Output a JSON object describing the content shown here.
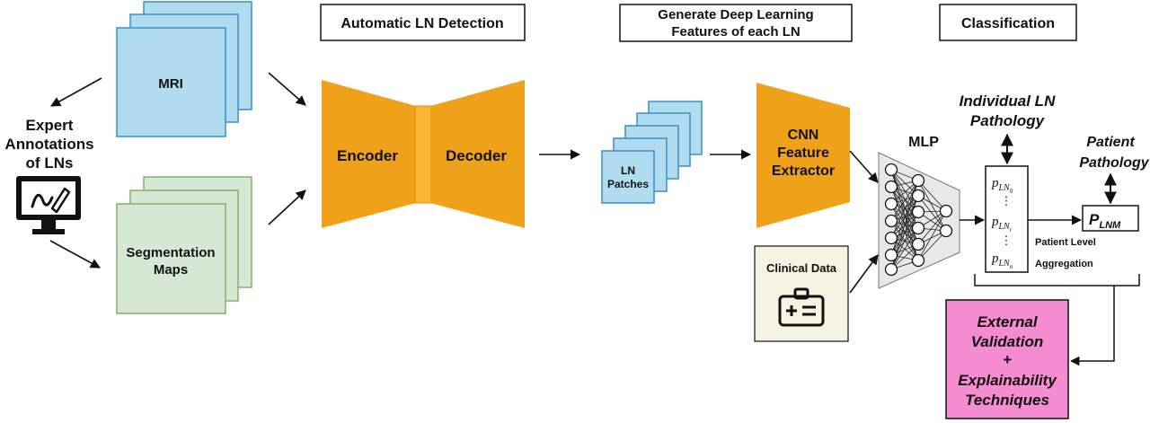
{
  "colors": {
    "mri_fill": "#b1dcf0",
    "mri_stroke": "#3a8fc4",
    "seg_fill": "#d5e8d4",
    "seg_stroke": "#82b366",
    "orange": "#f0a11a",
    "orange_dark": "#f7b733",
    "patch_fill": "#b1dcf0",
    "clinical_fill": "#f6f3e3",
    "pink": "#f58ccf",
    "mlp_fill": "#e8e8e8"
  },
  "headers": {
    "detection": "Automatic LN Detection",
    "features_line1": "Generate Deep Learning",
    "features_line2": "Features of each LN",
    "classification": "Classification"
  },
  "inputs": {
    "mri_label": "MRI",
    "seg_line1": "Segmentation",
    "seg_line2": "Maps",
    "expert_line1": "Expert",
    "expert_line2": "Annotations",
    "expert_line3": "of LNs",
    "monitor_icon": "monitor-pen-icon"
  },
  "unet": {
    "encoder": "Encoder",
    "decoder": "Decoder"
  },
  "patches": {
    "line1": "LN",
    "line2": "Patches"
  },
  "cnn": {
    "line1": "CNN",
    "line2": "Feature",
    "line3": "Extractor"
  },
  "mlp": {
    "label": "MLP"
  },
  "clinical": {
    "label": "Clinical Data",
    "icon": "id-badge-icon"
  },
  "pathology": {
    "individual_line1": "Individual LN",
    "individual_line2": "Pathology",
    "patient_line1": "Patient",
    "patient_line2": "Pathology",
    "p0_base": "p",
    "p0_sub": "LN",
    "p0_subsub": "0",
    "pi_base": "p",
    "pi_sub": "LN",
    "pi_subsub": "i",
    "pn_base": "p",
    "pn_sub": "LN",
    "pn_subsub": "n",
    "dots": "⋮",
    "plnm_base": "P",
    "plnm_sub": "LNM",
    "aggregation_line1": "Patient Level",
    "aggregation_line2": "Aggregation"
  },
  "validation": {
    "line1": "External",
    "line2": "Validation",
    "line3": "+",
    "line4": "Explainability",
    "line5": "Techniques"
  }
}
